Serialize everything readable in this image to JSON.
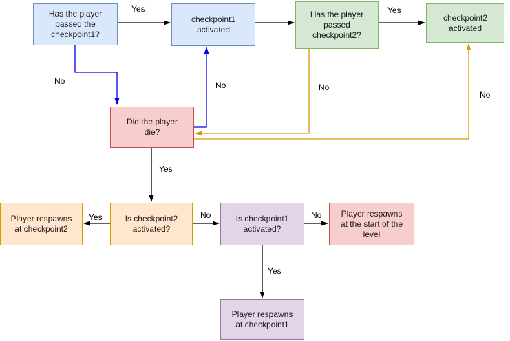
{
  "colors": {
    "background": "#ffffff",
    "node_blue_fill": "#dae8fc",
    "node_blue_stroke": "#6c8ebf",
    "node_green_fill": "#d5e8d4",
    "node_green_stroke": "#82b366",
    "node_red_fill": "#f8cecc",
    "node_red_stroke": "#b85450",
    "node_orange_fill": "#ffe6cc",
    "node_orange_stroke": "#d79b00",
    "node_purple_fill": "#e1d5e7",
    "node_purple_stroke": "#9673a6",
    "arrow_black": "#000000",
    "arrow_blue": "#0000ee",
    "arrow_gold": "#d79b00",
    "label_text": "#000000"
  },
  "nodes": [
    {
      "id": "has-player-passed-checkpoint1",
      "label": "Has the player passed the checkpoint1?",
      "fill": "#dae8fc",
      "stroke": "#6c8ebf"
    },
    {
      "id": "checkpoint1-activated",
      "label": "checkpoint1 activated",
      "fill": "#dae8fc",
      "stroke": "#6c8ebf"
    },
    {
      "id": "has-player-passed-checkpoint2",
      "label": "Has the player passed checkpoint2?",
      "fill": "#d5e8d4",
      "stroke": "#82b366"
    },
    {
      "id": "checkpoint2-activated",
      "label": "checkpoint2 activated",
      "fill": "#d5e8d4",
      "stroke": "#82b366"
    },
    {
      "id": "did-the-player-die",
      "label": "Did the player die?",
      "fill": "#f8cecc",
      "stroke": "#b85450"
    },
    {
      "id": "is-checkpoint2-activated",
      "label": "Is checkpoint2 activated?",
      "fill": "#ffe6cc",
      "stroke": "#d79b00"
    },
    {
      "id": "player-respawns-at-checkpoint2",
      "label": "Player respawns at checkpoint2",
      "fill": "#ffe6cc",
      "stroke": "#d79b00"
    },
    {
      "id": "is-checkpoint1-activated",
      "label": "Is checkpoint1 activated?",
      "fill": "#e1d5e7",
      "stroke": "#9673a6"
    },
    {
      "id": "player-respawns-at-start",
      "label": "Player respawns at the start of the level",
      "fill": "#f8cecc",
      "stroke": "#b85450"
    },
    {
      "id": "player-respawns-at-checkpoint1",
      "label": "Player respawns at checkpoint1",
      "fill": "#e1d5e7",
      "stroke": "#9673a6"
    }
  ],
  "edges": [
    {
      "from": "has-player-passed-checkpoint1",
      "to": "checkpoint1-activated",
      "label": "Yes",
      "color": "#000000"
    },
    {
      "from": "checkpoint1-activated",
      "to": "has-player-passed-checkpoint2",
      "label": "",
      "color": "#000000"
    },
    {
      "from": "has-player-passed-checkpoint2",
      "to": "checkpoint2-activated",
      "label": "Yes",
      "color": "#000000"
    },
    {
      "from": "has-player-passed-checkpoint1",
      "to": "did-the-player-die",
      "label": "No",
      "color": "#0000ee"
    },
    {
      "from": "did-the-player-die",
      "to": "checkpoint1-activated",
      "label": "No",
      "color": "#0000ee"
    },
    {
      "from": "has-player-passed-checkpoint2",
      "to": "did-the-player-die",
      "label": "No",
      "color": "#d79b00"
    },
    {
      "from": "did-the-player-die",
      "to": "checkpoint2-activated",
      "label": "No",
      "color": "#d79b00"
    },
    {
      "from": "did-the-player-die",
      "to": "is-checkpoint2-activated",
      "label": "Yes",
      "color": "#000000"
    },
    {
      "from": "is-checkpoint2-activated",
      "to": "player-respawns-at-checkpoint2",
      "label": "Yes",
      "color": "#000000"
    },
    {
      "from": "is-checkpoint2-activated",
      "to": "is-checkpoint1-activated",
      "label": "No",
      "color": "#000000"
    },
    {
      "from": "is-checkpoint1-activated",
      "to": "player-respawns-at-start",
      "label": "No",
      "color": "#000000"
    },
    {
      "from": "is-checkpoint1-activated",
      "to": "player-respawns-at-checkpoint1",
      "label": "Yes",
      "color": "#000000"
    }
  ]
}
